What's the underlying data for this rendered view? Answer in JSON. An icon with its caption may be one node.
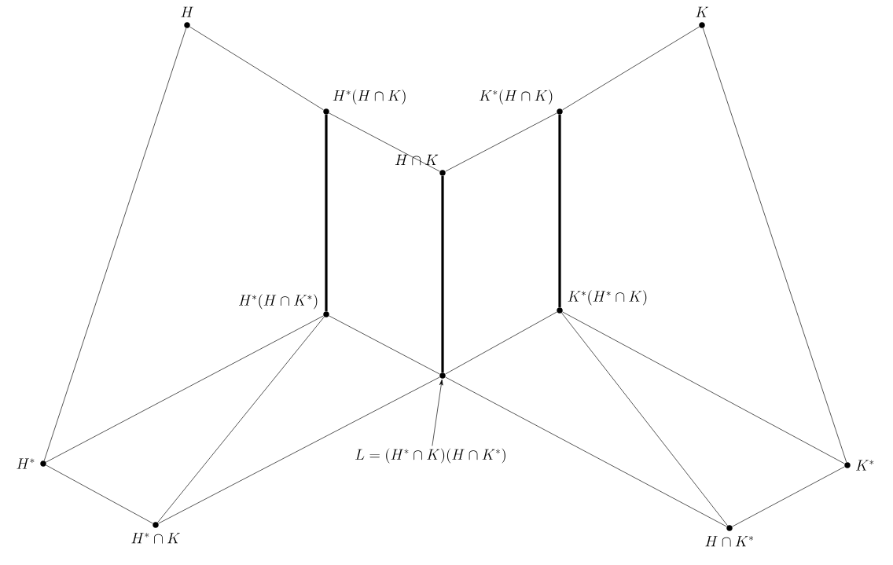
{
  "diagram": {
    "nodes": [
      {
        "text": [
          "H"
        ]
      },
      {
        "text": [
          "K"
        ]
      },
      {
        "text": [
          "H^*(H\\cap K)"
        ]
      },
      {
        "text": [
          "K^*(H\\cap K)"
        ]
      },
      {
        "text": [
          "H\\cap K"
        ]
      },
      {
        "text": [
          "H^*(H\\cap K^*)"
        ]
      },
      {
        "text": [
          "K^*(H^*\\cap K)"
        ]
      },
      {
        "text": [],
        "shape": "circle"
      },
      {
        "text": [
          "H^*"
        ]
      },
      {
        "text": [
          "K^*"
        ]
      },
      {
        "text": [
          "H^*\\cap K"
        ]
      },
      {
        "text": [
          "H\\cap K^*"
        ]
      },
      {
        "text": [
          "L=(H^*\\cap K)(H\\cap K^*)"
        ]
      }
    ],
    "edges": [
      {
        "from": 0,
        "to": 2,
        "arrow": "none"
      },
      {
        "from": 2,
        "to": 4,
        "arrow": "none"
      },
      {
        "from": 4,
        "to": 3,
        "arrow": "none"
      },
      {
        "from": 3,
        "to": 1,
        "arrow": "none"
      },
      {
        "from": 0,
        "to": 8,
        "arrow": "none"
      },
      {
        "from": 1,
        "to": 9,
        "arrow": "none"
      },
      {
        "from": 2,
        "to": 5,
        "arrow": "none",
        "style": "thick"
      },
      {
        "from": 4,
        "to": 7,
        "arrow": "none",
        "style": "thick"
      },
      {
        "from": 3,
        "to": 6,
        "arrow": "none",
        "style": "thick"
      },
      {
        "from": 5,
        "to": 8,
        "arrow": "none"
      },
      {
        "from": 5,
        "to": 10,
        "arrow": "none"
      },
      {
        "from": 5,
        "to": 7,
        "arrow": "none"
      },
      {
        "from": 7,
        "to": 11,
        "arrow": "none"
      },
      {
        "from": 10,
        "to": 7,
        "arrow": "none"
      },
      {
        "from": 7,
        "to": 6,
        "arrow": "none"
      },
      {
        "from": 6,
        "to": 11,
        "arrow": "none"
      },
      {
        "from": 6,
        "to": 9,
        "arrow": "none"
      },
      {
        "from": 8,
        "to": 10,
        "arrow": "none"
      },
      {
        "from": 11,
        "to": 9,
        "arrow": "none"
      },
      {
        "from": 12,
        "to": 7,
        "arrow": "to"
      }
    ]
  }
}
